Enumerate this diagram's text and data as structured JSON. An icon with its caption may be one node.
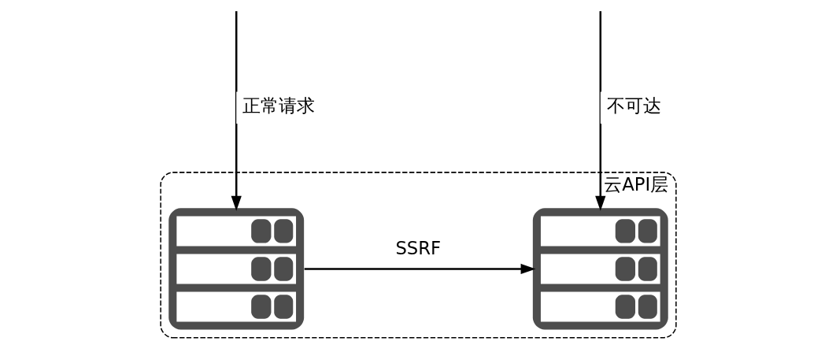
{
  "diagram": {
    "nodes": [
      {
        "text": [
          "云API层"
        ]
      },
      {
        "text": [],
        "shape": "server",
        "in": 0
      },
      {
        "text": [],
        "shape": "server",
        "in": 0
      }
    ],
    "edges": [
      {
        "from": null,
        "to": 1,
        "arrow": "to",
        "label": "正常请求"
      },
      {
        "from": null,
        "to": 2,
        "arrow": "to",
        "label": "不可达"
      },
      {
        "from": 1,
        "to": 2,
        "arrow": "to",
        "label": "SSRF"
      }
    ]
  }
}
